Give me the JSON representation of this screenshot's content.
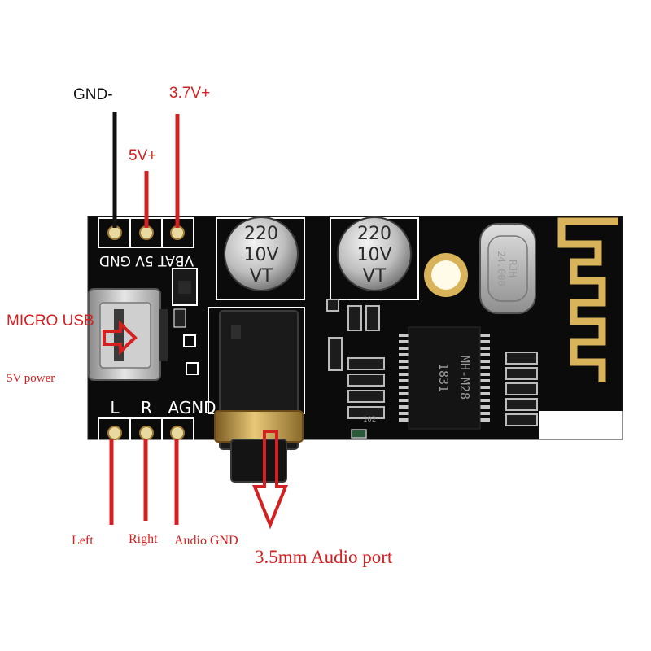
{
  "labels": {
    "gnd_minus": "GND-",
    "v37_plus": "3.7V+",
    "v5_plus": "5V+",
    "micro_usb": "MICRO USB",
    "power_5v": "5V power",
    "left": "Left",
    "right": "Right",
    "audio_gnd": "Audio GND",
    "audio_port": "3.5mm Audio port"
  },
  "silkscreen": {
    "top_pins": "VBAT 5V GND",
    "pin_l": "L",
    "pin_r": "R",
    "pin_agnd": "AGND"
  },
  "components": {
    "cap1_value": "220",
    "cap1_voltage": "10V",
    "cap1_mark": "VT",
    "cap2_value": "220",
    "cap2_voltage": "10V",
    "cap2_mark": "VT",
    "crystal_brand": "RJH",
    "crystal_freq": "24.000",
    "chip_model": "MH-M28",
    "chip_code": "1831",
    "resistor_code": "102"
  },
  "colors": {
    "board": "#0b0b0b",
    "annotation_red": "#d42020",
    "wire_black": "#111111",
    "gold": "#d8b35a"
  }
}
